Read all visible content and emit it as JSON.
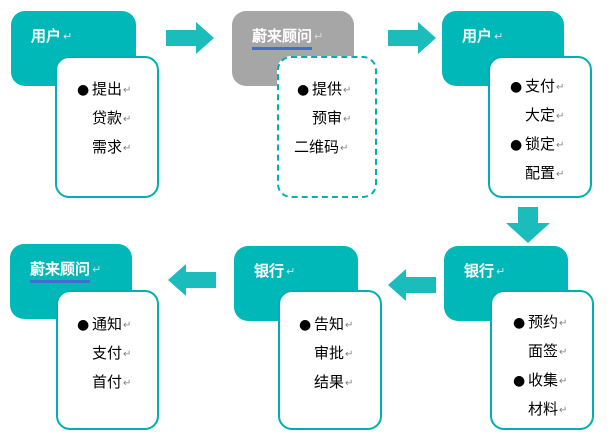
{
  "colors": {
    "teal": "#00b8b8",
    "gray": "#a6a6a6",
    "card_border": "#00b0b0",
    "arrow": "#1abcbc",
    "underline": "#3f6fd1"
  },
  "paragraph_mark": "↵",
  "bullet": "●",
  "steps": [
    {
      "title": "用户",
      "lines": [
        {
          "text": "提出",
          "bullet": true
        },
        {
          "text": "贷款",
          "bullet": false
        },
        {
          "text": "需求",
          "bullet": false
        }
      ]
    },
    {
      "title": "蔚来顾问",
      "lines": [
        {
          "text": "提供",
          "bullet": true
        },
        {
          "text": "预审",
          "bullet": false
        },
        {
          "text": "二维码",
          "bullet": false
        }
      ]
    },
    {
      "title": "用户",
      "lines": [
        {
          "text": "支付",
          "bullet": true
        },
        {
          "text": "大定",
          "bullet": false
        },
        {
          "text": "锁定",
          "bullet": true
        },
        {
          "text": "配置",
          "bullet": false
        }
      ]
    },
    {
      "title": "银行",
      "lines": [
        {
          "text": "预约",
          "bullet": true
        },
        {
          "text": "面签",
          "bullet": false
        },
        {
          "text": "收集",
          "bullet": true
        },
        {
          "text": "材料",
          "bullet": false
        }
      ]
    },
    {
      "title": "银行",
      "lines": [
        {
          "text": "告知",
          "bullet": true
        },
        {
          "text": "审批",
          "bullet": false
        },
        {
          "text": "结果",
          "bullet": false
        }
      ]
    },
    {
      "title": "蔚来顾问",
      "lines": [
        {
          "text": "通知",
          "bullet": true
        },
        {
          "text": "支付",
          "bullet": false
        },
        {
          "text": "首付",
          "bullet": false
        }
      ]
    }
  ]
}
